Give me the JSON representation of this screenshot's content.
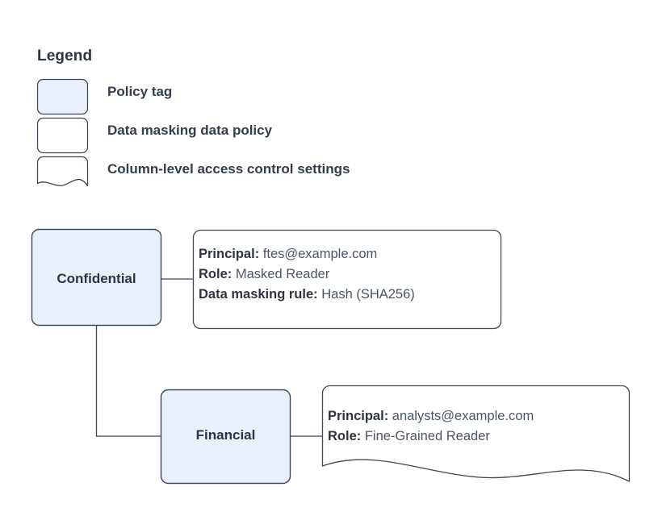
{
  "legend": {
    "title": "Legend",
    "items": [
      {
        "label": "Policy tag",
        "swatch": "rounded-filled-rect",
        "fill": "#e9f0fb"
      },
      {
        "label": "Data masking data policy",
        "swatch": "rounded-rect",
        "fill": "#ffffff"
      },
      {
        "label": "Column-level access control settings",
        "swatch": "wavy-bottom-rect",
        "fill": "#ffffff"
      }
    ]
  },
  "diagram": {
    "nodes": [
      {
        "id": "confidential",
        "label": "Confidential",
        "type": "policy-tag"
      },
      {
        "id": "financial",
        "label": "Financial",
        "type": "policy-tag"
      }
    ],
    "masking_policy": {
      "principal_label": "Principal:",
      "principal_value": "ftes@example.com",
      "role_label": "Role:",
      "role_value": "Masked Reader",
      "rule_label": "Data masking rule:",
      "rule_value": "Hash (SHA256)"
    },
    "column_policy": {
      "principal_label": "Principal:",
      "principal_value": "analysts@example.com",
      "role_label": "Role:",
      "role_value": "Fine-Grained Reader"
    }
  },
  "colors": {
    "tag_fill": "#e9f0fb",
    "stroke": "#3b4657",
    "box_fill": "#ffffff",
    "text": "#2e3440",
    "value_text": "#4b5563"
  }
}
